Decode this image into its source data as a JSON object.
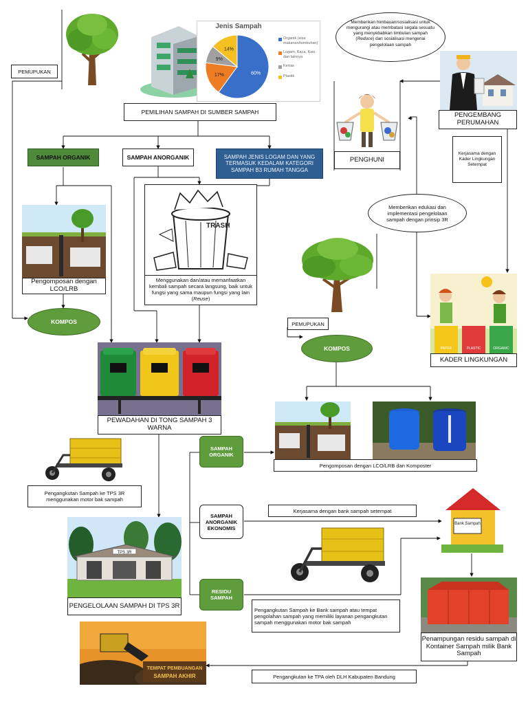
{
  "pie": {
    "title": "Jenis Sampah",
    "legend": [
      {
        "label": "Organik (sisa makanan/tumbuhan)",
        "color": "#3a6fc9"
      },
      {
        "label": "Logam, Kaca, Kain dan lainnya",
        "color": "#ee7c22"
      },
      {
        "label": "Kertas",
        "color": "#a0a0a0"
      },
      {
        "label": "Plastik",
        "color": "#f5c022"
      }
    ],
    "slices": [
      {
        "label": "60%",
        "value": 60,
        "color": "#3a6fc9"
      },
      {
        "label": "17%",
        "value": 17,
        "color": "#ee7c22"
      },
      {
        "label": "9%",
        "value": 9,
        "color": "#a0a0a0"
      },
      {
        "label": "14%",
        "value": 14,
        "color": "#f5c022"
      }
    ]
  },
  "labels": {
    "pemupukan_left": "PEMUPUKAN",
    "pemilihan": "PEMILIHAN SAMPAH DI SUMBER SAMPAH",
    "organik": "SAMPAH ORGANIK",
    "anorganik": "SAMPAH ANORGANIK",
    "logam": "SAMPAH JENIS LOGAM DAN YANG TERMASUK KEDALAM KATEGORI SAMPAH B3 RUMAH TANGGA",
    "pengomposan_left": "Pengomposan dengan LCO/LRB",
    "kompos_left": "KOMPOS",
    "reuse_a": "Menggunakan dan/atau memanfaatkan kembali sampah secara langsung, baik untuk fungsi yang sama maupun fungsi yang lain (",
    "reuse_em": "Reuse",
    "reuse_b": ")",
    "pewadahan": "PEWADAHAN DI TONG SAMPAH 3 WARNA",
    "pengangkutan_tps": "Pengangkutan Sampah ke TPS 3R menggunakan motor bak sampah",
    "tps_label": "PENGELOLAAN SAMPAH DI TPS 3R",
    "himbauan_a": "Memberikan himbauan/sosialisasi untuk mengurangi atau membatasi segala sesuatu yang menyebabkan timbulan sampah (",
    "himbauan_em": "Reduce",
    "himbauan_b": ") dan sosialisasi mengenai pengelolaan sampah",
    "penghuni": "PENGHUNI",
    "pengembang": "PENGEMBANG PERUMAHAN",
    "kerjasama_kader": "Kerjasama dengan Kader Lingkungan Setempat",
    "edukasi": "Memberikan edukasi dan implementasi pengelolaan sampah dengan prinsip 3R",
    "kader": "KADER LINGKUNGAN",
    "pemupukan_right": "PEMUPUKAN",
    "kompos_right": "KOMPOS",
    "pengomposan_right": "Pengomposan dengan LCO/LRB dan Komposter",
    "sampah_organik": "SAMPAH ORGANIK",
    "sampah_anorganik": "SAMPAH ANORGANIK EKONOMIS",
    "residu": "RESIDU SAMPAH",
    "kerjasama_bank": "Kerjasama dengan bank sampah setempat",
    "pengangkutan_bank": "Pengangkutan Sampah ke Bank sampah atau tempat pengolahan sampah yang memiliki layanan pengangkutan sampah menggunakan motor bak sampah",
    "penampungan": "Penampungan residu sampah di Kontainer Sampah milik Bank Sampah",
    "pengangkutan_tpa": "Pengangkutan ke TPA oleh DLH Kabupaten Bandung",
    "trash_word": "TRASH",
    "tps_sign": "TPS 3R",
    "bank_sign": "Bank Sampah",
    "tpa_sign_1": "TEMPAT PEMBUANGAN",
    "tpa_sign_2": "SAMPAH AKHIR",
    "bin_paper": "PAPER",
    "bin_plastic": "PLASTIC",
    "bin_organic": "ORGANIC"
  }
}
